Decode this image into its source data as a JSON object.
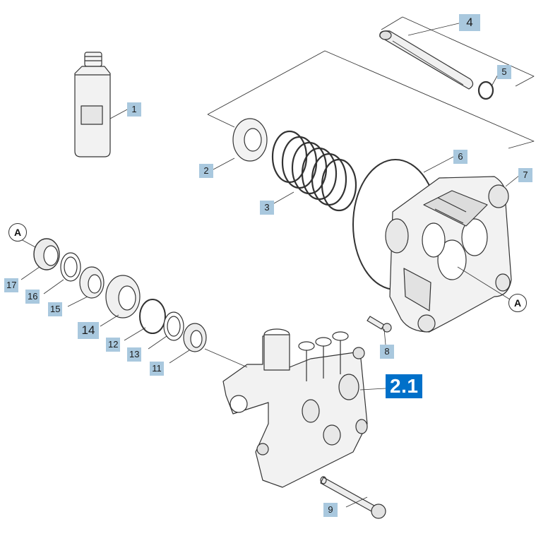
{
  "callouts": {
    "c1": "1",
    "c2": "2",
    "c3": "3",
    "c4": "4",
    "c5": "5",
    "c6": "6",
    "c7": "7",
    "c8": "8",
    "c9": "9",
    "c11": "11",
    "c12": "12",
    "c13": "13",
    "c14": "14",
    "c15": "15",
    "c16": "16",
    "c17": "17",
    "c21": "2.1"
  },
  "refs": {
    "a": "A"
  },
  "colors": {
    "callout_bg": "#a9c8de",
    "main_callout_bg": "#0070c9",
    "line": "#333333"
  }
}
